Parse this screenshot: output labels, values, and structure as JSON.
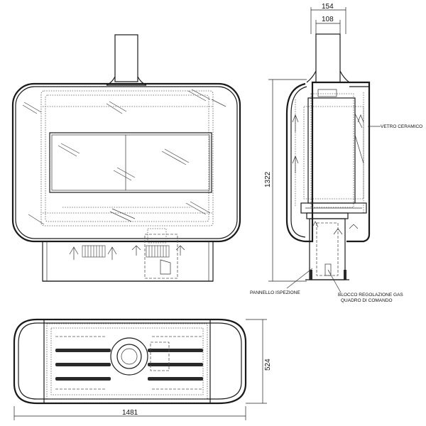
{
  "dimensions": {
    "flue_outer": "154",
    "flue_inner": "108",
    "height": "1322",
    "depth": "524",
    "width": "1481"
  },
  "labels": {
    "glass": "VETRO CERAMICO",
    "panel": "PANNELLO ISPEZIONE",
    "gas_block_line1": "BLOCCO REGOLAZIONE GAS",
    "gas_block_line2": "QUADRO DI COMANDO"
  }
}
